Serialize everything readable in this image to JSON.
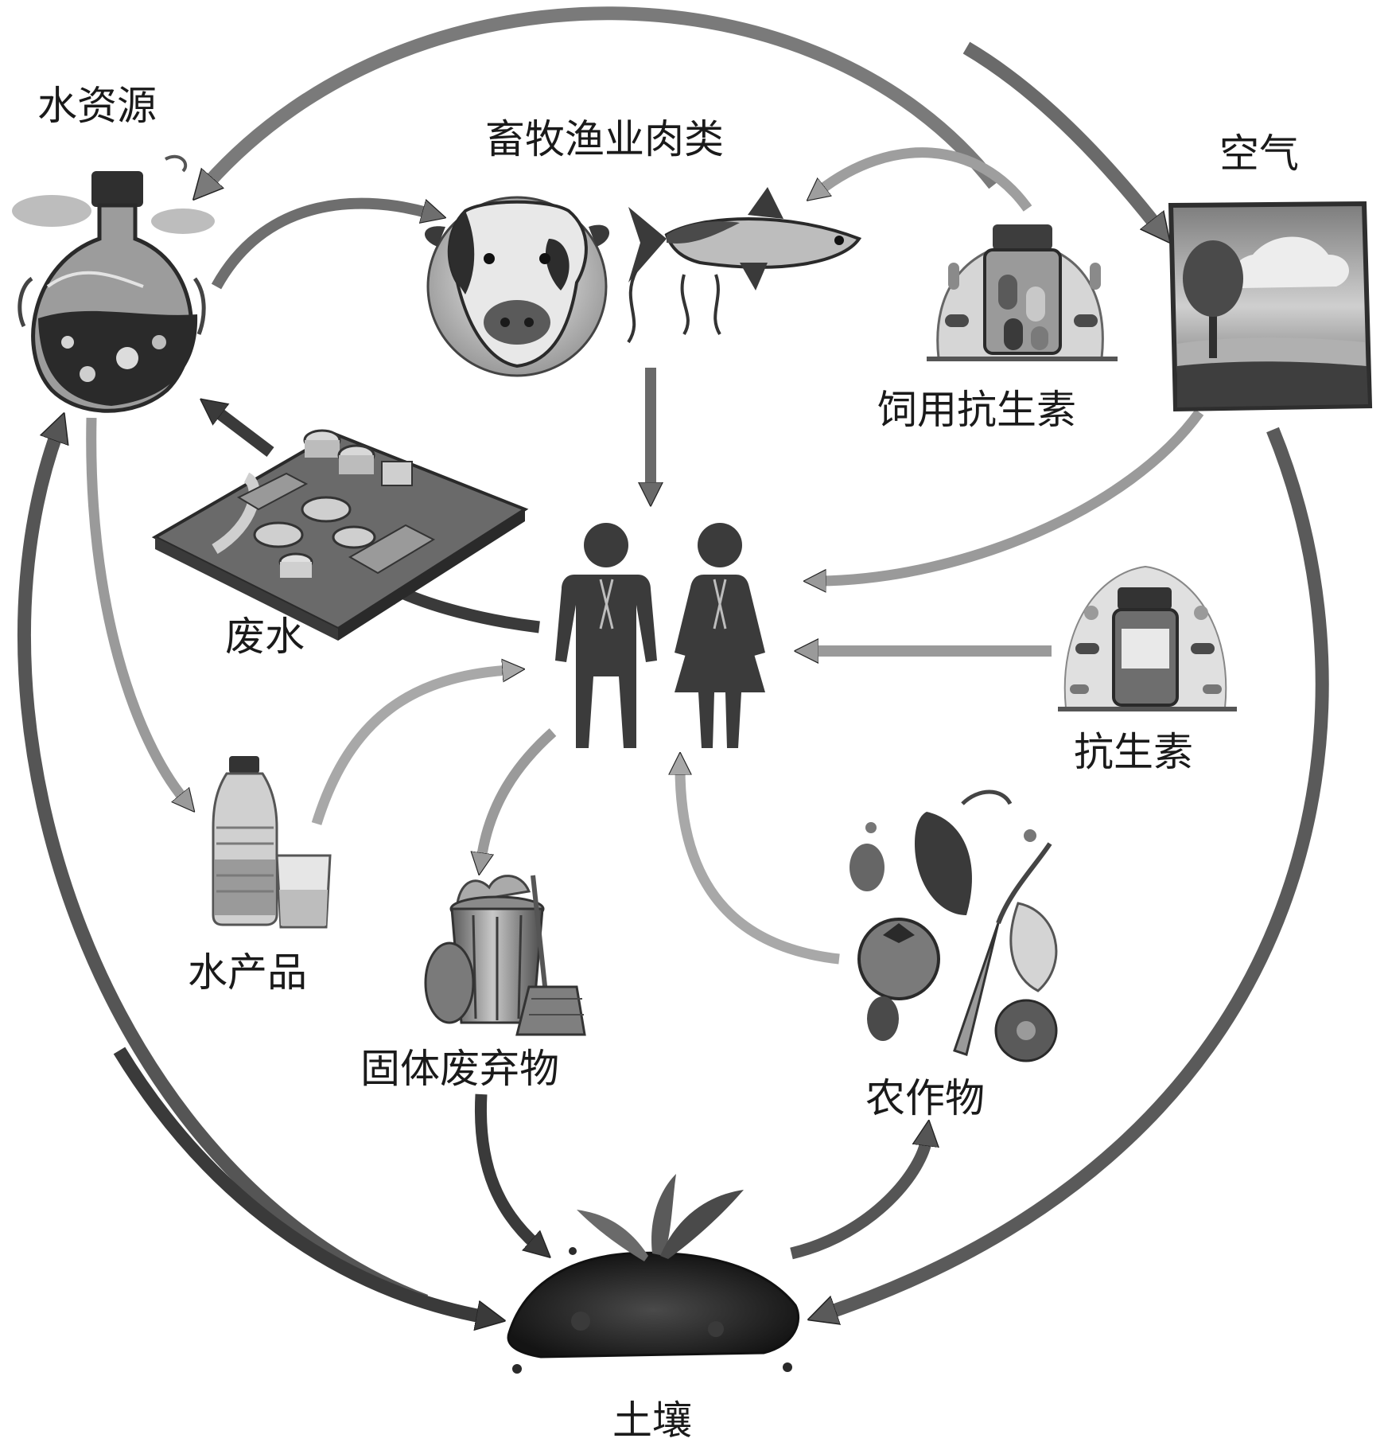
{
  "labels": {
    "water_resources": "水资源",
    "livestock_fishery_meat": "畜牧渔业肉类",
    "air": "空气",
    "feed_antibiotics": "饲用抗生素",
    "wastewater": "废水",
    "antibiotics": "抗生素",
    "water_products": "水产品",
    "solid_waste": "固体废弃物",
    "crops": "农作物",
    "soil": "土壤"
  },
  "colors": {
    "arrow_dark": "#383838",
    "arrow_mid": "#6e6e6e",
    "arrow_light": "#a6a6a6",
    "person": "#3b3b3b",
    "label": "#1a1a1a"
  },
  "icons": [
    "flask-icon",
    "cow-icon",
    "fish-icon",
    "pill-bottle-icon",
    "landscape-icon",
    "treatment-plant-icon",
    "people-icon",
    "medicine-bottle-icon",
    "water-bottle-icon",
    "trash-can-icon",
    "vegetables-icon",
    "soil-icon"
  ]
}
